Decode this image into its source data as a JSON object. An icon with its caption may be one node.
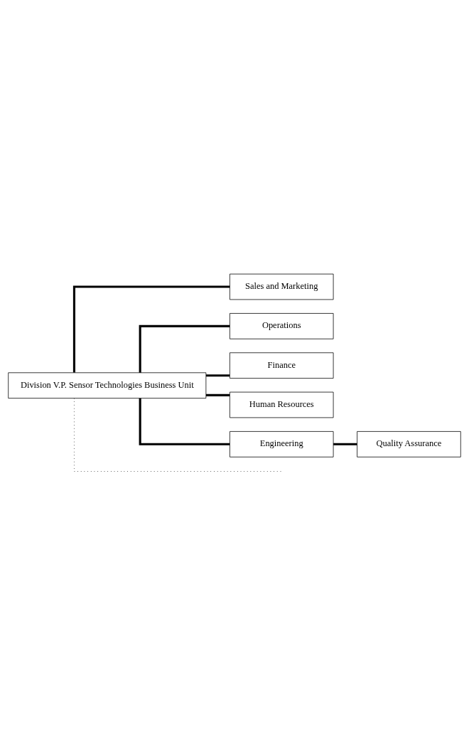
{
  "diagram": {
    "nodes": [
      {
        "text": [
          "Division V.P. Sensor Technologies Business Unit"
        ]
      },
      {
        "text": [
          "Sales and Marketing"
        ]
      },
      {
        "text": [
          "Operations"
        ]
      },
      {
        "text": [
          "Finance"
        ]
      },
      {
        "text": [
          "Human Resources"
        ]
      },
      {
        "text": [
          "Engineering"
        ]
      },
      {
        "text": [
          "Quality Assurance"
        ]
      }
    ],
    "edges": [
      {
        "from": 0,
        "to": 1,
        "arrow": "none"
      },
      {
        "from": 0,
        "to": 2,
        "arrow": "none"
      },
      {
        "from": 0,
        "to": 3,
        "arrow": "none"
      },
      {
        "from": 0,
        "to": 4,
        "arrow": "none"
      },
      {
        "from": 0,
        "to": 5,
        "arrow": "none"
      },
      {
        "from": 5,
        "to": 6,
        "arrow": "none"
      },
      {
        "from": 0,
        "to": null,
        "arrow": "none",
        "style": "dashed"
      }
    ]
  }
}
